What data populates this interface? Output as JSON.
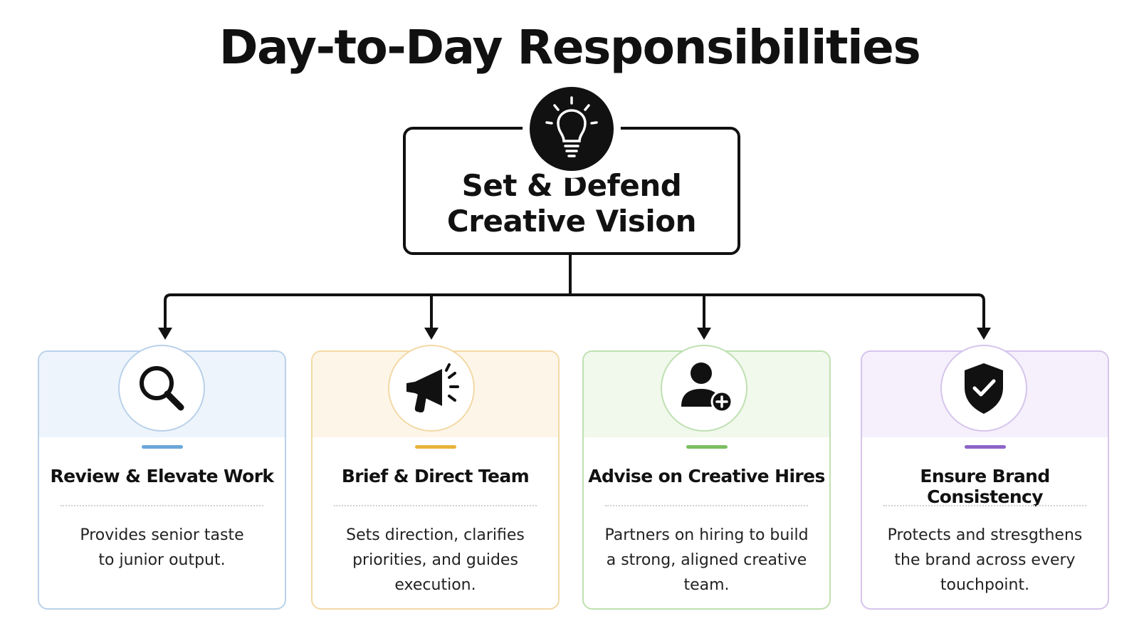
{
  "title": "Day-to-Day Responsibilities",
  "root": {
    "title": "Set & Defend\nCreative Vision",
    "icon": "lightbulb-icon"
  },
  "cards": [
    {
      "title": "Review & Elevate Work",
      "description": "Provides senior taste\nto junior output.",
      "icon": "magnifying-glass-icon",
      "color": "#6aa7da",
      "border": "#b9d1ea",
      "band": "#eef4fb"
    },
    {
      "title": "Brief & Direct Team",
      "description": "Sets direction, clarifies\npriorities, and guides\nexecution.",
      "icon": "megaphone-icon",
      "color": "#e7b43a",
      "border": "#f3d9a6",
      "band": "#fdf6e8"
    },
    {
      "title": "Advise on Creative Hires",
      "description": "Partners on hiring to build\na strong, aligned creative\nteam.",
      "icon": "add-user-icon",
      "color": "#7bbf62",
      "border": "#bfe0b1",
      "band": "#f1f8ec"
    },
    {
      "title": "Ensure Brand Consistency",
      "description": "Protects and stresgthens\nthe brand across every\ntouchpoint.",
      "icon": "shield-check-icon",
      "color": "#8e64c8",
      "border": "#d6c5ec",
      "band": "#f5f0fb"
    }
  ]
}
